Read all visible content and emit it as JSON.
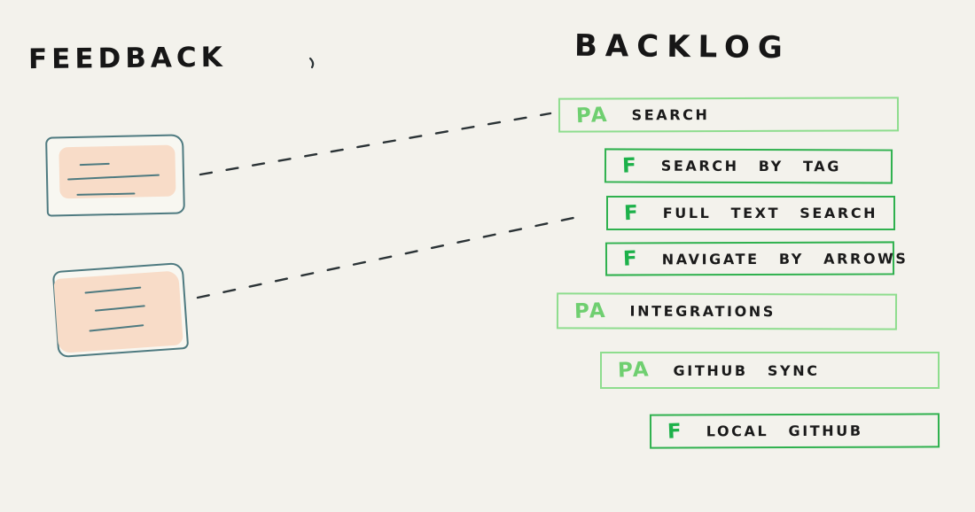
{
  "titles": {
    "feedback": "FEEDBACK",
    "backlog": "BACKLOG"
  },
  "backlog": {
    "items": [
      {
        "tag": "PA",
        "label": "SEARCH",
        "kind": "product-area"
      },
      {
        "tag": "F",
        "label": "SEARCH BY TAG",
        "kind": "feature"
      },
      {
        "tag": "F",
        "label": "FULL TEXT SEARCH",
        "kind": "feature"
      },
      {
        "tag": "F",
        "label": "NAVIGATE BY ARROWS",
        "kind": "feature"
      },
      {
        "tag": "PA",
        "label": "INTEGRATIONS",
        "kind": "product-area"
      },
      {
        "tag": "PA",
        "label": "GITHUB SYNC",
        "kind": "product-area"
      },
      {
        "tag": "F",
        "label": "LOCAL GITHUB",
        "kind": "feature"
      }
    ]
  },
  "feedback": {
    "cards": [
      {
        "text_lines": 3
      },
      {
        "text_lines": 3
      }
    ],
    "connections": [
      {
        "from": "card-1",
        "to": "SEARCH"
      },
      {
        "from": "card-2",
        "to": "FULL TEXT SEARCH"
      }
    ]
  },
  "colors": {
    "background": "#f3f2ec",
    "ink": "#161616",
    "product_area_tag": "#6fcf70",
    "product_area_border": "#8edd8e",
    "feature_tag": "#1db14a",
    "feature_border": "#2fb14e",
    "card_outline": "#4e7a80",
    "card_highlight": "#f8dcc8",
    "connector": "#2b3336"
  }
}
